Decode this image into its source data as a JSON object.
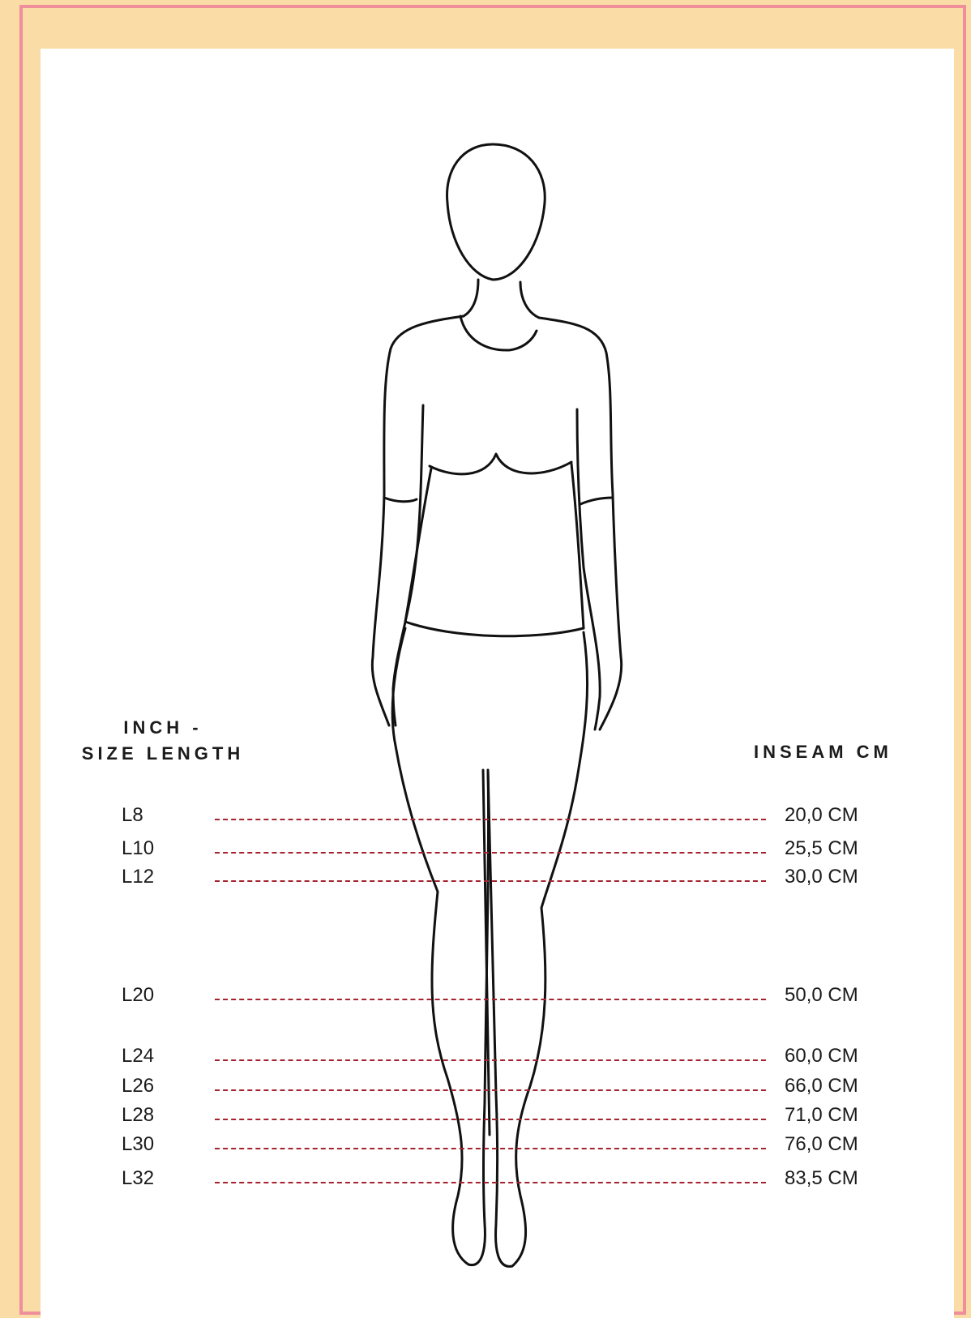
{
  "header_left": {
    "line1": "INCH -",
    "line2": "SIZE LENGTH"
  },
  "header_right": "INSEAM CM",
  "colors": {
    "background": "#fadca6",
    "border": "#ef8f9c",
    "dash": "#a5232f",
    "ink": "#1b1b1b"
  },
  "rows": [
    {
      "size": "L8",
      "inseam": "20,0 CM"
    },
    {
      "size": "L10",
      "inseam": "25,5 CM"
    },
    {
      "size": "L12",
      "inseam": "30,0 CM"
    },
    {
      "size": "L20",
      "inseam": "50,0 CM"
    },
    {
      "size": "L24",
      "inseam": "60,0 CM"
    },
    {
      "size": "L26",
      "inseam": "66,0 CM"
    },
    {
      "size": "L28",
      "inseam": "71,0 CM"
    },
    {
      "size": "L30",
      "inseam": "76,0 CM"
    },
    {
      "size": "L32",
      "inseam": "83,5 CM"
    }
  ]
}
